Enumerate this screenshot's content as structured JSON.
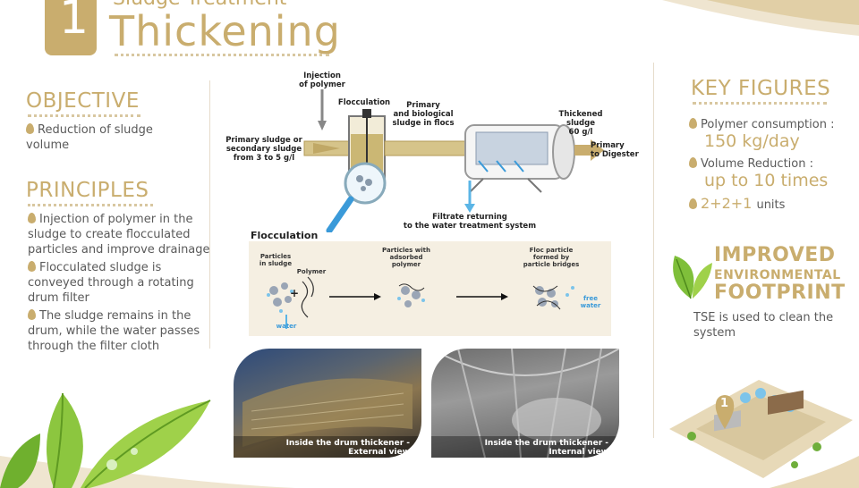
{
  "header": {
    "step_number": "1",
    "supertitle": "Sludge Treatment",
    "title": "Thickening"
  },
  "objective": {
    "heading": "OBJECTIVE",
    "text_line1": "Reduction of sludge",
    "text_line2": "volume"
  },
  "principles": {
    "heading": "PRINCIPLES",
    "items": [
      {
        "l1": "Injection of polymer in the",
        "l2": "sludge to create flocculated",
        "l3": "particles and improve drainage"
      },
      {
        "l1": "Flocculated sludge is",
        "l2": "conveyed through a rotating",
        "l3": "drum filter"
      },
      {
        "l1": "The sludge remains in the",
        "l2": "drum, while the water passes",
        "l3": "through the filter cloth"
      }
    ]
  },
  "diagram": {
    "injection_l1": "Injection",
    "injection_l2": "of polymer",
    "flocculation": "Flocculation",
    "primary_bio_l1": "Primary",
    "primary_bio_l2": "and biological",
    "primary_bio_l3": "sludge in flocs",
    "inlet_l1": "Primary sludge or",
    "inlet_l2": "secondary sludge",
    "inlet_l3": "from 3 to 5 g/l",
    "thickened_l1": "Thickened",
    "thickened_l2": "sludge",
    "thickened_l3": "60 g/l",
    "to_digester_l1": "Primary",
    "to_digester_l2": "to Digester",
    "filtrate_l1": "Filtrate returning",
    "filtrate_l2": "to the water treatment system"
  },
  "floc_panel": {
    "title": "Flocculation",
    "particles_l1": "Particles",
    "particles_l2": "in sludge",
    "polymer": "Polymer",
    "water": "water",
    "adsorbed_l1": "Particles with",
    "adsorbed_l2": "adsorbed",
    "adsorbed_l3": "polymer",
    "floc_l1": "Floc particle",
    "floc_l2": "formed by",
    "floc_l3": "particle bridges",
    "free_water": "free water"
  },
  "photos": [
    {
      "cap_l1": "Inside the drum thickener -",
      "cap_l2": "External view"
    },
    {
      "cap_l1": "Inside the drum thickener -",
      "cap_l2": "Internal view"
    }
  ],
  "key_figures": {
    "heading": "KEY FIGURES",
    "polymer_label": "Polymer consumption :",
    "polymer_value": "150 kg/day",
    "volume_label": "Volume Reduction :",
    "volume_value": "up to 10 times",
    "units_value": "2+2+1",
    "units_label": "units"
  },
  "environment": {
    "l1": "IMPROVED",
    "l2": "ENVIRONMENTAL",
    "l3": "FOOTPRINT",
    "text_l1": "TSE is used to clean the",
    "text_l2": "system"
  },
  "map_marker": "1",
  "colors": {
    "gold": "#c9ad6e",
    "pipe": "#d6c48a",
    "water_blue": "#5bb5e6",
    "leaf_green": "#7fbf3a"
  }
}
